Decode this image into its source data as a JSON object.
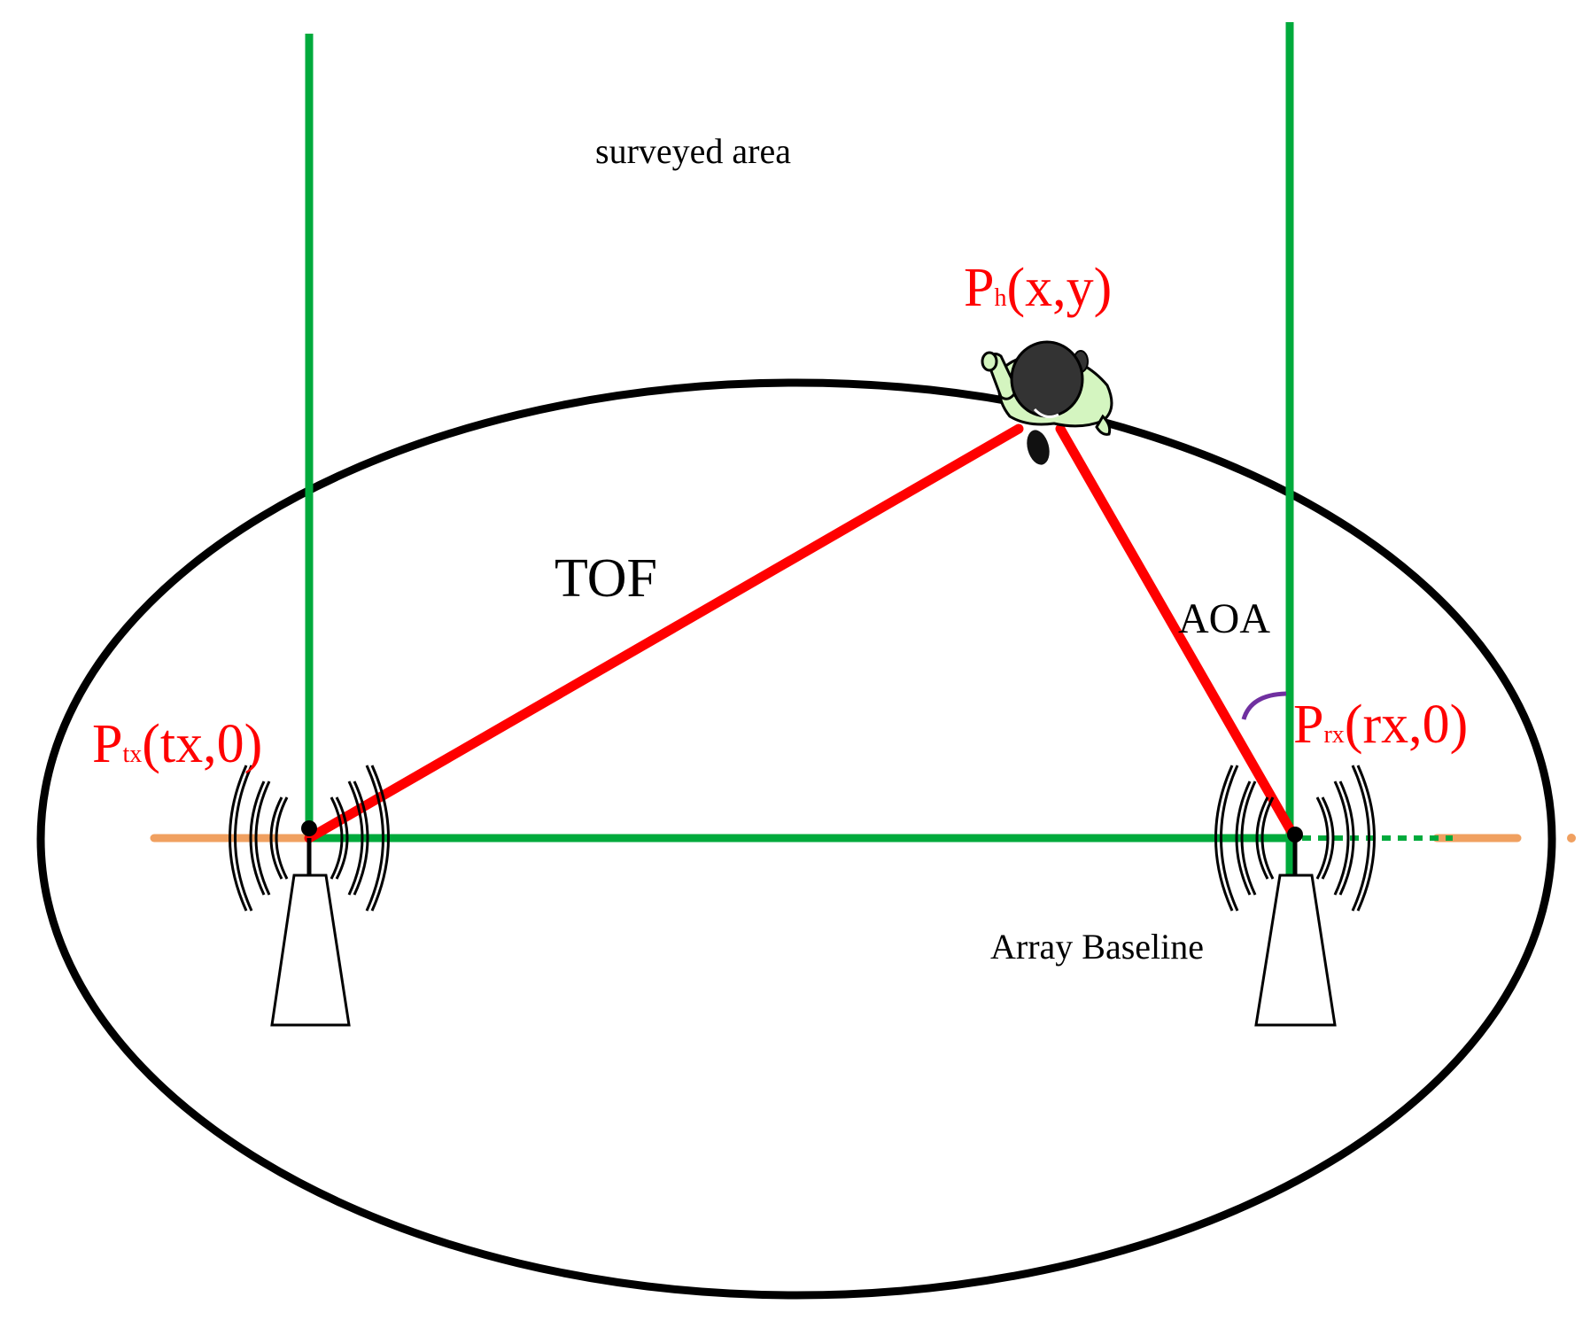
{
  "labels": {
    "surveyed_area": "surveyed area",
    "tof": "TOF",
    "aoa": "AOA",
    "array_baseline": "Array Baseline",
    "human": {
      "base": "P",
      "sub": "h",
      "rest": "(x,y)"
    },
    "tx": {
      "base": "P",
      "sub": "tx",
      "rest": "(tx,0)"
    },
    "rx": {
      "base": "P",
      "sub": "rx",
      "rest": "(rx,0)"
    }
  },
  "colors": {
    "green": "#00aa3c",
    "red": "#ff0000",
    "orange": "#f0a060",
    "ellipse": "#000000",
    "aoa_arc": "#7030a0",
    "person_shirt": "#d4f5c0",
    "person_hair": "#333333"
  },
  "icons": [
    "antenna-tower-icon",
    "radio-wave-icon",
    "person-topview-icon"
  ]
}
